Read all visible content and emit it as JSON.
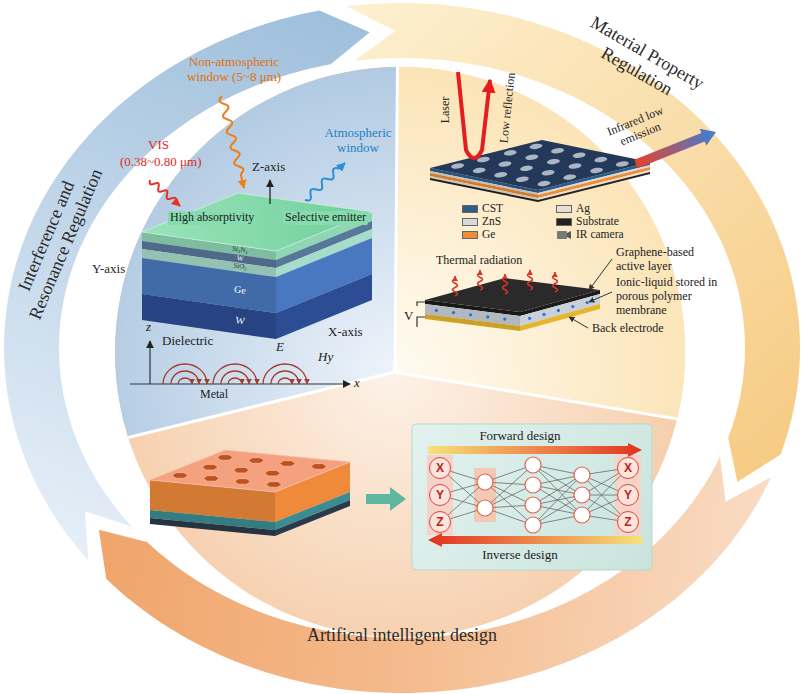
{
  "diagram": {
    "nodes": [
      {
        "text": [
          "X"
        ]
      },
      {
        "text": [
          "Y"
        ]
      },
      {
        "text": [
          "Z"
        ]
      },
      {
        "text": [
          "X"
        ]
      },
      {
        "text": [
          "Y"
        ]
      },
      {
        "text": [
          "Z"
        ]
      }
    ],
    "labels": [
      "Interference and Resonance Regulation",
      "Material Property Regulation",
      "Artifical intelligent design",
      "Non-atmospheric window (5~8 μm)",
      "VIS",
      "(0.38~0.80 μm)",
      "Atmospheric window",
      "Z-axis",
      "High absorptivity",
      "Selective emitter",
      "Si₃N₄",
      "W",
      "SiO₂",
      "Ge",
      "W",
      "Y-axis",
      "X-axis",
      "z",
      "Dielectric",
      "E",
      "Hy",
      "x",
      "Metal",
      "Laser",
      "Low reflection",
      "Infrared low emission",
      "Thermal radiation",
      "Graphene-based active layer",
      "Ionic-liquid stored in porous polymer membrane",
      "Back electrode",
      "V",
      "Forward design",
      "Inverse design"
    ],
    "legend": [
      {
        "text": "CST",
        "color": "#2f5d8a"
      },
      {
        "text": "ZnS",
        "color": "#d9d9d9"
      },
      {
        "text": "Ge",
        "color": "#f08a33"
      },
      {
        "text": "Ag",
        "color": "#e6dfd3"
      },
      {
        "text": "Substrate",
        "color": "#222222"
      },
      {
        "text": "IR camera"
      }
    ]
  }
}
